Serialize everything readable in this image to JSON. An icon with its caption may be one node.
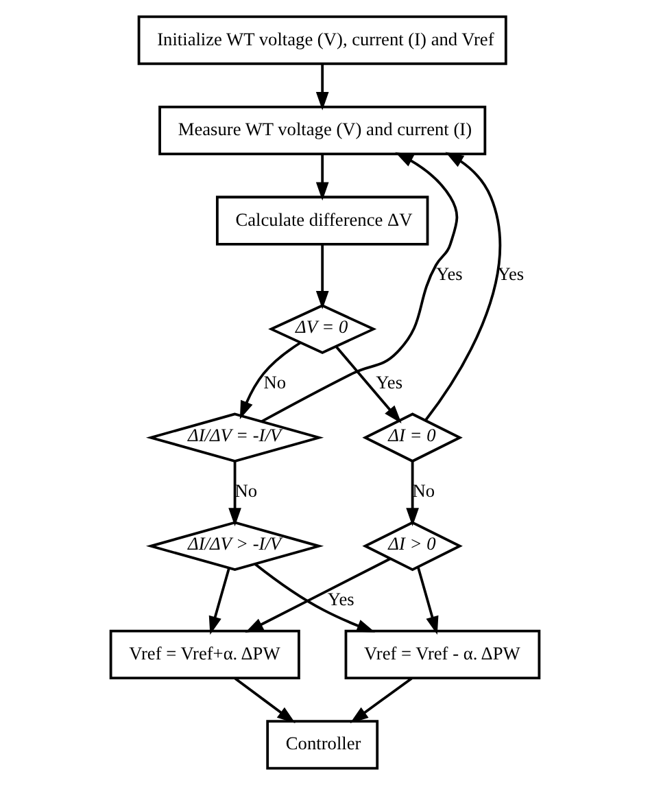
{
  "diagram": {
    "nodes": [
      {
        "text": [
          "Initialize WT voltage (V), current (I) and Vref"
        ]
      },
      {
        "text": [
          "Measure WT voltage (V) and current (I)"
        ]
      },
      {
        "text": [
          "Calculate difference ΔV"
        ]
      },
      {
        "text": [
          "ΔV = 0"
        ]
      },
      {
        "text": [
          "ΔI/ΔV = -I/V"
        ]
      },
      {
        "text": [
          "ΔI = 0"
        ]
      },
      {
        "text": [
          "ΔI/ΔV > -I/V"
        ]
      },
      {
        "text": [
          "ΔI > 0"
        ]
      },
      {
        "text": [
          "Vref = Vref+α. ΔPW"
        ]
      },
      {
        "text": [
          "Vref = Vref - α. ΔPW"
        ]
      },
      {
        "text": [
          "Controller"
        ]
      }
    ],
    "edges": [
      {
        "from": 0,
        "to": 1,
        "arrow": "to"
      },
      {
        "from": 1,
        "to": 2,
        "arrow": "to"
      },
      {
        "from": 2,
        "to": 3,
        "arrow": "to"
      },
      {
        "from": 3,
        "to": 4,
        "arrow": "to",
        "label": "No"
      },
      {
        "from": 3,
        "to": 5,
        "arrow": "to",
        "label": "Yes"
      },
      {
        "from": 4,
        "to": 1,
        "arrow": "to",
        "label": "Yes"
      },
      {
        "from": 5,
        "to": 1,
        "arrow": "to",
        "label": "Yes"
      },
      {
        "from": 4,
        "to": 6,
        "arrow": "to",
        "label": "No"
      },
      {
        "from": 5,
        "to": 7,
        "arrow": "to",
        "label": "No"
      },
      {
        "from": 6,
        "to": 8,
        "arrow": "to"
      },
      {
        "from": 6,
        "to": 9,
        "arrow": "to"
      },
      {
        "from": 7,
        "to": 8,
        "arrow": "to",
        "label": "Yes"
      },
      {
        "from": 7,
        "to": 9,
        "arrow": "to"
      },
      {
        "from": 8,
        "to": 10,
        "arrow": "to"
      },
      {
        "from": 9,
        "to": 10,
        "arrow": "to"
      }
    ]
  }
}
